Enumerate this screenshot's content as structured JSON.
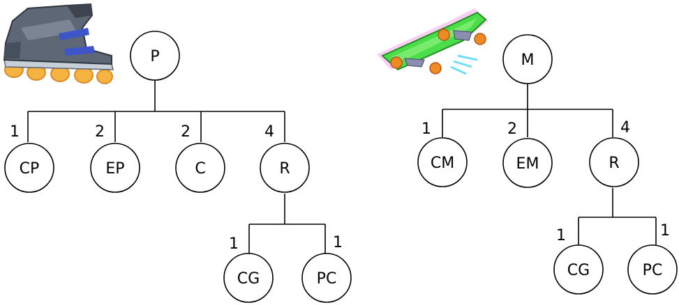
{
  "colors": {
    "stroke": "#000000",
    "background": "#ffffff"
  },
  "trees": [
    {
      "name": "tree-p",
      "icon": "inline-skate-icon",
      "root": {
        "label": "P"
      },
      "children": [
        {
          "label": "CP",
          "qty": "1"
        },
        {
          "label": "EP",
          "qty": "2"
        },
        {
          "label": "C",
          "qty": "2"
        },
        {
          "label": "R",
          "qty": "4",
          "children": [
            {
              "label": "CG",
              "qty": "1"
            },
            {
              "label": "PC",
              "qty": "1"
            }
          ]
        }
      ]
    },
    {
      "name": "tree-m",
      "icon": "skateboard-icon",
      "root": {
        "label": "M"
      },
      "children": [
        {
          "label": "CM",
          "qty": "1"
        },
        {
          "label": "EM",
          "qty": "2"
        },
        {
          "label": "R",
          "qty": "4",
          "children": [
            {
              "label": "CG",
              "qty": "1"
            },
            {
              "label": "PC",
              "qty": "1"
            }
          ]
        }
      ]
    }
  ]
}
